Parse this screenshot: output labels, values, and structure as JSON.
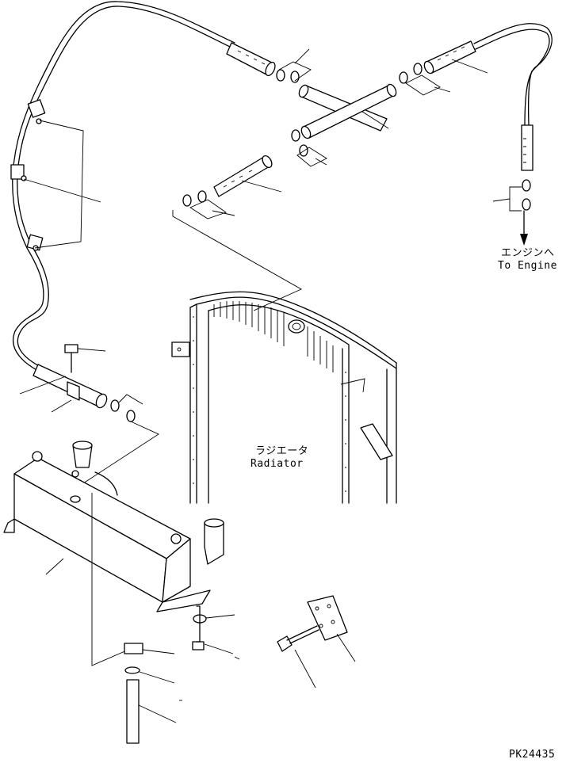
{
  "labels": {
    "to_engine_jp": "エンジンへ",
    "to_engine_en": "To Engine",
    "radiator_jp": "ラジエータ",
    "radiator_en": "Radiator",
    "drawing_number": "PK24435"
  },
  "icons": {
    "arrow": "arrow-down-icon"
  }
}
